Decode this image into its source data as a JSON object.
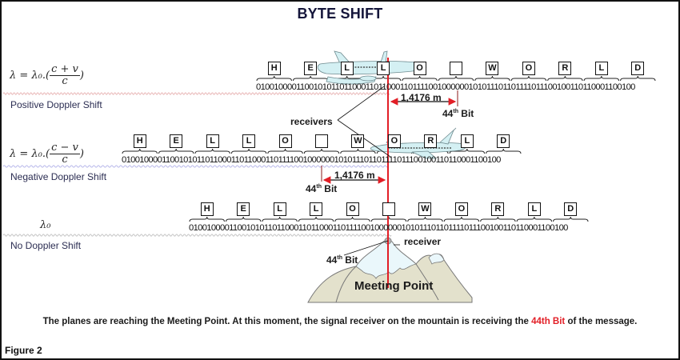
{
  "title": "BYTE SHIFT",
  "message": {
    "characters": [
      "H",
      "E",
      "L",
      "L",
      "O",
      " ",
      "W",
      "O",
      "R",
      "L",
      "D"
    ],
    "bitstream": "0100100001100101011011000110110001101111001000000101011101101111011100100110110001100100"
  },
  "rows": [
    {
      "id": "positive",
      "formula": {
        "lhs": "λ = λ₀.(",
        "numerator": "c + v",
        "denominator": "c",
        "rhs": ")"
      },
      "label": "Positive Doppler Shift",
      "wave_color": "#e9b7b7",
      "distance_label": "1,4176 m",
      "bit_label": {
        "num": "44",
        "sup": "th",
        "text": " Bit"
      }
    },
    {
      "id": "negative",
      "formula": {
        "lhs": "λ = λ₀.(",
        "numerator": "c − v",
        "denominator": "c",
        "rhs": ")"
      },
      "label": "Negative Doppler Shift",
      "wave_color": "#b7b7ea",
      "distance_label": "1,4176 m",
      "bit_label": {
        "num": "44",
        "sup": "th",
        "text": " Bit"
      }
    },
    {
      "id": "none",
      "formula": {
        "lhs": "λ₀"
      },
      "label": "No Doppler Shift",
      "wave_color": "#c4c4c4",
      "bit_label": {
        "num": "44",
        "sup": "th",
        "text": " Bit"
      }
    }
  ],
  "annotations": {
    "receivers": "receivers",
    "receiver": "receiver",
    "meeting_point": "Meeting Point"
  },
  "caption": {
    "before": "The planes are reaching the Meeting Point. At this moment, the signal receiver on the mountain is receiving the ",
    "highlight": "44th Bit",
    "after": " of the message."
  },
  "figure_label": "Figure 2",
  "colors": {
    "accent_red": "#e21e26",
    "title_navy": "#15163b",
    "plane_body": "#d4f0f3",
    "mountain": "#e3e1cc",
    "snow": "#eaf7fb"
  }
}
